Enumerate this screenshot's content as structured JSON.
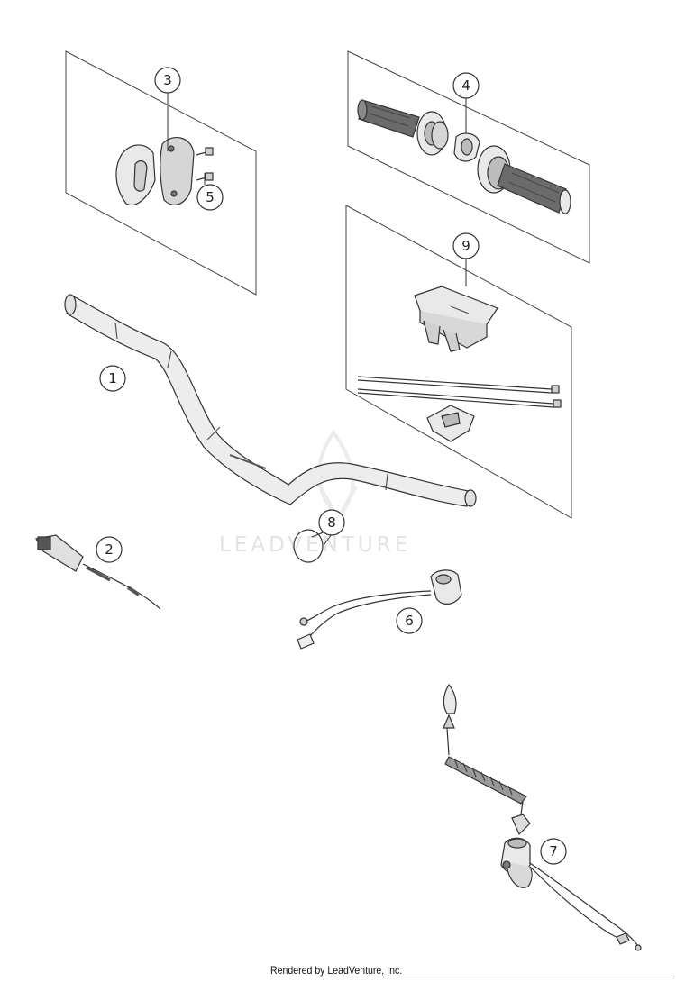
{
  "watermark": {
    "text": "LEADVENTURE"
  },
  "footer": {
    "text": "Rendered by LeadVenture, Inc."
  },
  "callouts": [
    "1",
    "2",
    "3",
    "4",
    "5",
    "6",
    "7",
    "8",
    "9"
  ],
  "colors": {
    "line": "#333333",
    "part_fill": "#e9e9e9",
    "grip": "#6b6b6b",
    "watermark": "#e3e3e3"
  }
}
